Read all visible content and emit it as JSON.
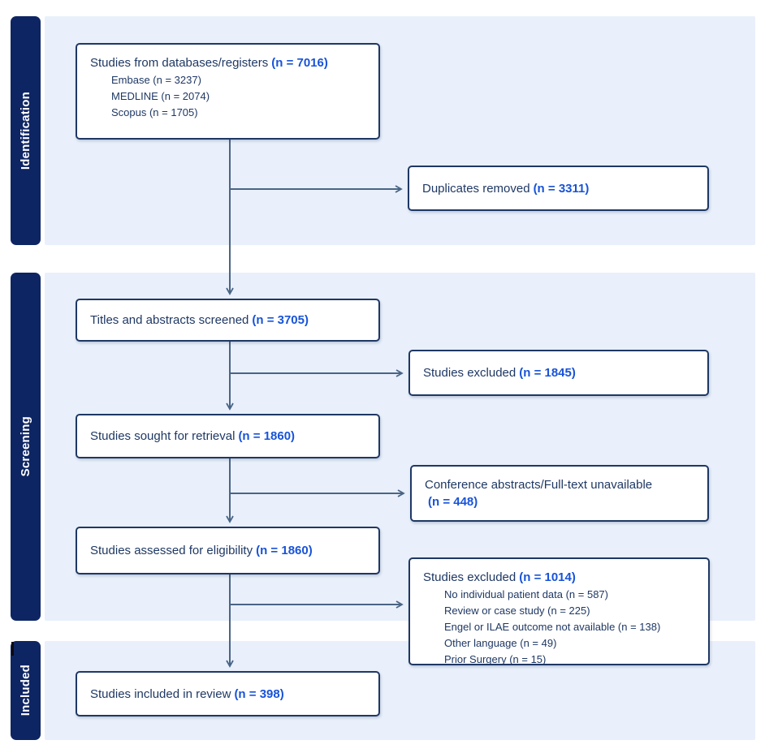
{
  "diagram": {
    "stages": [
      {
        "label": "Identification"
      },
      {
        "label": "Screening"
      },
      {
        "label": "Included"
      }
    ],
    "boxes": {
      "databases": {
        "label": "Studies from databases/registers",
        "n": "(n = 7016)",
        "sub": [
          "Embase (n = 3237)",
          "MEDLINE (n = 2074)",
          "Scopus (n = 1705)"
        ]
      },
      "duplicates": {
        "label": "Duplicates removed",
        "n": "(n = 3311)"
      },
      "titles_screened": {
        "label": "Titles and abstracts screened",
        "n": "(n = 3705)"
      },
      "excluded_screening": {
        "label": "Studies excluded",
        "n": "(n = 1845)"
      },
      "retrieval": {
        "label": "Studies sought for retrieval",
        "n": "(n = 1860)"
      },
      "conference": {
        "label": "Conference abstracts/Full-text unavailable",
        "n": "(n = 448)"
      },
      "eligibility": {
        "label": "Studies assessed for eligibility",
        "n": "(n = 1860)"
      },
      "excluded_eligibility": {
        "label": "Studies excluded",
        "n": "(n = 1014)",
        "sub": [
          "No individual patient data (n = 587)",
          "Review or case study (n = 225)",
          "Engel or ILAE outcome not available (n = 138)",
          "Other language (n = 49)",
          "Prior Surgery (n = 15)"
        ]
      },
      "included": {
        "label": "Studies included in review",
        "n": "(n = 398)"
      }
    },
    "colors": {
      "sidebar": "#0e2563",
      "panel": "#e9f0fb",
      "box_border": "#1f3864",
      "text": "#1f3864",
      "accent_blue": "#1853d8",
      "arrow": "#4a6585"
    }
  }
}
